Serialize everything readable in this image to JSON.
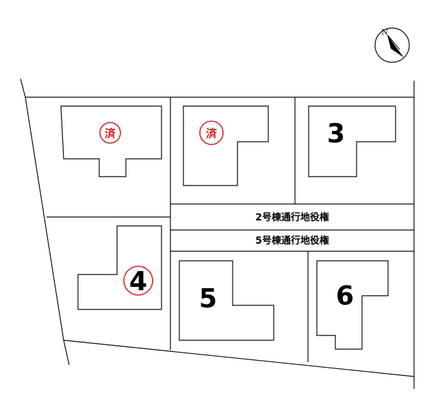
{
  "compass": {
    "label": "N"
  },
  "sold_mark": {
    "label": "済",
    "color": "#d42020"
  },
  "number_circle_color": "#d42020",
  "lots": [
    {
      "id": "1",
      "label": "",
      "sold": true
    },
    {
      "id": "2",
      "label": "",
      "sold": true
    },
    {
      "id": "3",
      "label": "3",
      "sold": false
    },
    {
      "id": "4",
      "label": "4",
      "sold": false,
      "circled": true
    },
    {
      "id": "5",
      "label": "5",
      "sold": false
    },
    {
      "id": "6",
      "label": "6",
      "sold": false
    }
  ],
  "easements": [
    {
      "label": "2号棟通行地役権"
    },
    {
      "label": "5号棟通行地役権"
    }
  ]
}
